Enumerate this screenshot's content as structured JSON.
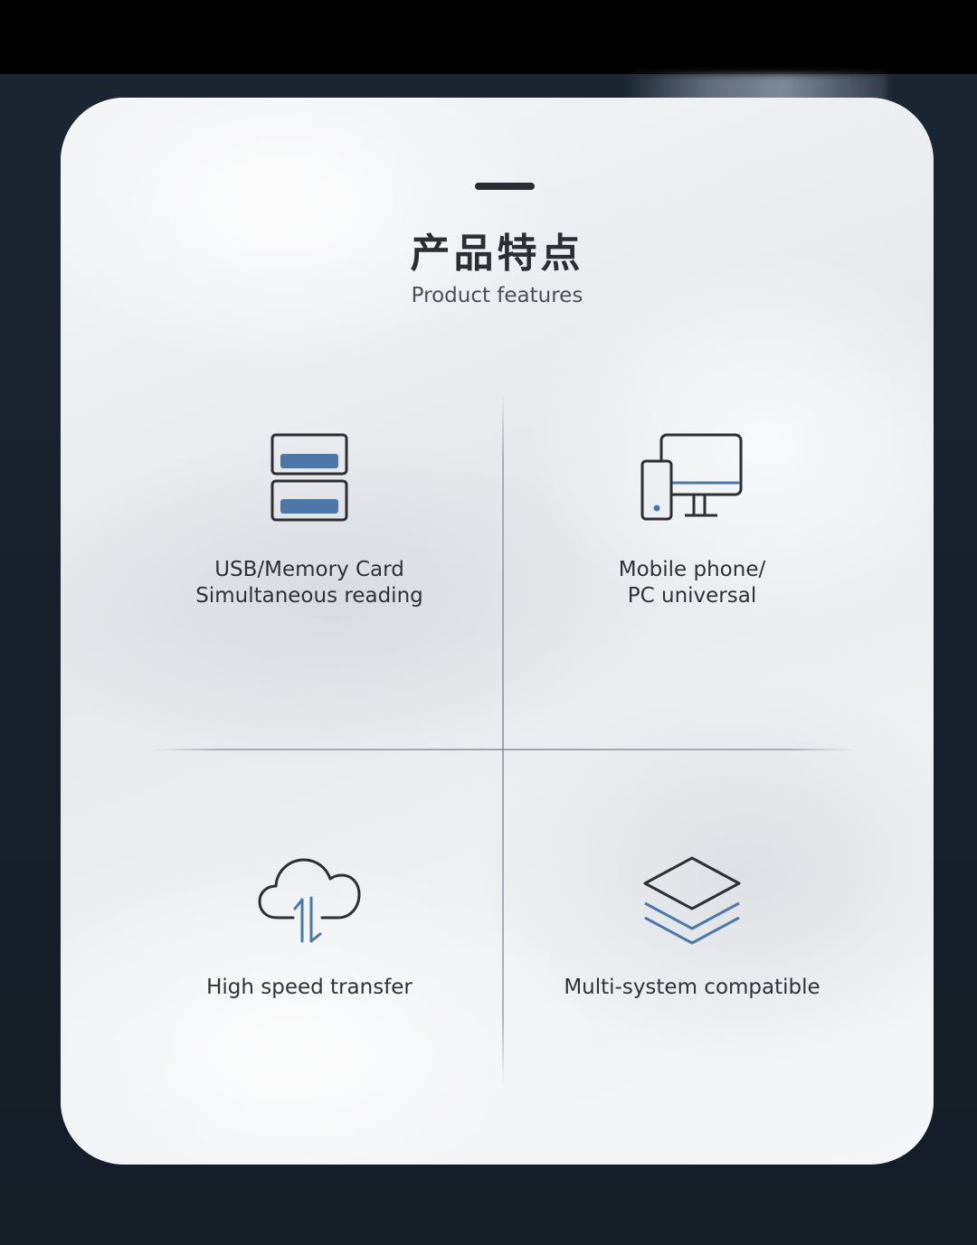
{
  "header": {
    "title_cn": "产品特点",
    "title_en": "Product features"
  },
  "colors": {
    "accent": "#4b78a8",
    "icon_stroke": "#2b2e33",
    "text": "#2e3137"
  },
  "features": [
    {
      "icon": "usb-ports-icon",
      "label": "USB/Memory Card\nSimultaneous reading"
    },
    {
      "icon": "phone-pc-icon",
      "label": "Mobile phone/\nPC universal"
    },
    {
      "icon": "cloud-transfer-icon",
      "label": "High speed transfer"
    },
    {
      "icon": "layers-icon",
      "label": "Multi-system compatible"
    }
  ]
}
